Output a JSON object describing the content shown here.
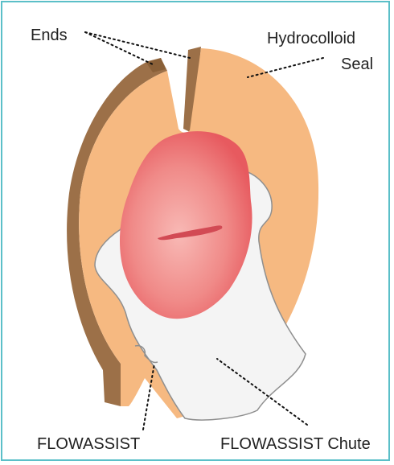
{
  "labels": {
    "ends": "Ends",
    "seal_line1": "Hydrocolloid",
    "seal_line2": "Seal",
    "flowassist": "FLOWASSIST",
    "chute": "FLOWASSIST Chute"
  },
  "colors": {
    "border": "#5bbfc8",
    "seal_face": "#f6b981",
    "seal_edge": "#9c7048",
    "stoma_center": "#f6aaa8",
    "stoma_edge": "#e85a5e",
    "chute_fill": "#f4f4f4",
    "chute_stroke": "#8f8f8f",
    "leader_line": "#111111"
  }
}
